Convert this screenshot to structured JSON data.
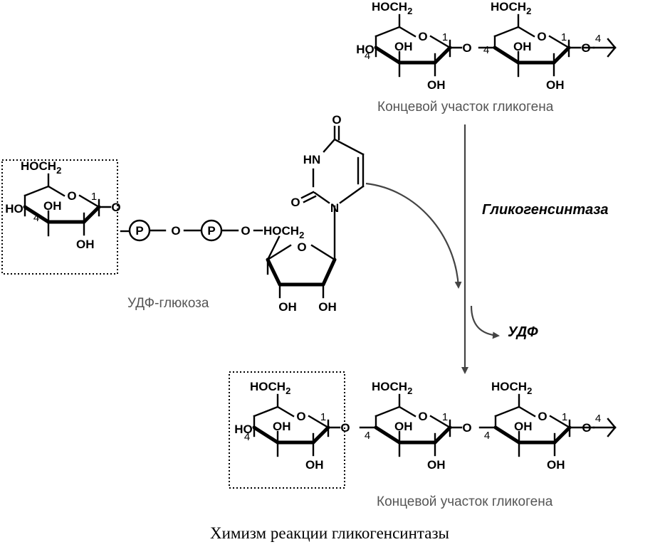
{
  "atoms": {
    "hoch": "HOCH",
    "sub2": "2",
    "o": "O",
    "oh": "OH",
    "ho": "HO",
    "p": "P",
    "hn": "HN",
    "n": "N"
  },
  "numbers": {
    "c1": "1",
    "c4": "4"
  },
  "labels": {
    "glycogen_end": "Концевой участок гликогена",
    "udp_glucose": "УДФ-глюкоза",
    "enzyme": "Гликогенсинтаза",
    "udp": "УДФ",
    "caption": "Химизм реакции гликогенсинтазы"
  },
  "colors": {
    "label_gray": "#555555",
    "arrow_gray": "#444444"
  }
}
